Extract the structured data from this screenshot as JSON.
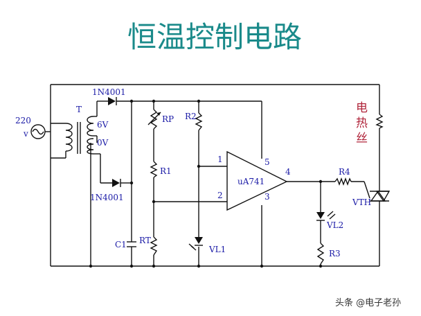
{
  "title": "恒温控制电路",
  "colors": {
    "title": "#1a8a8a",
    "labels": "#1a1aa6",
    "heater_label": "#b0243a",
    "wire": "#111111",
    "background": "#ffffff"
  },
  "labels": {
    "source_voltage": "220",
    "source_unit": "v",
    "transformer": "T",
    "secondary_top": "6V",
    "secondary_mid": "0V",
    "diode_top": "1N4001",
    "diode_bottom": "1N4001",
    "pot": "RP",
    "r1": "R1",
    "r2": "R2",
    "rt": "RT",
    "c1": "C1",
    "vl1": "VL1",
    "opamp": "uA741",
    "pin1": "1",
    "pin2": "2",
    "pin3": "3",
    "pin4": "4",
    "pin5": "5",
    "r4": "R4",
    "vl2": "VL2",
    "r3": "R3",
    "vth": "VTH",
    "heater_1": "电",
    "heater_2": "热",
    "heater_3": "丝"
  },
  "watermark": "头条 @电子老孙"
}
